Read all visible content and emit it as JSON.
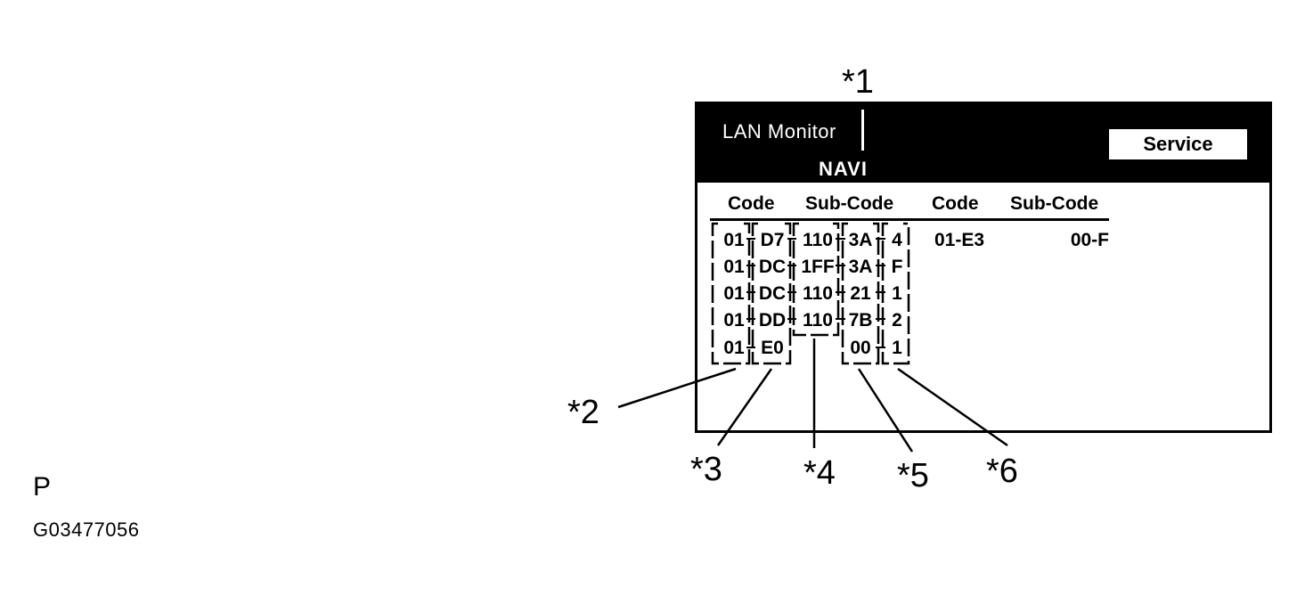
{
  "callouts": {
    "c1": "*1",
    "c2": "*2",
    "c3": "*3",
    "c4": "*4",
    "c5": "*5",
    "c6": "*6"
  },
  "screen": {
    "title": "LAN Monitor",
    "subtitle": "NAVI",
    "service_label": "Service",
    "headers": {
      "code_1": "Code",
      "sub_code_1": "Sub-Code",
      "code_2": "Code",
      "sub_code_2": "Sub-Code"
    },
    "rows": [
      {
        "a": "01",
        "b": "D7",
        "c": "110",
        "d": "3A",
        "e": "4"
      },
      {
        "a": "01",
        "b": "DC",
        "c": "1FF",
        "d": "3A",
        "e": "F"
      },
      {
        "a": "01",
        "b": "DC",
        "c": "110",
        "d": "21",
        "e": "1"
      },
      {
        "a": "01",
        "b": "DD",
        "c": "110",
        "d": "7B",
        "e": "2"
      },
      {
        "a": "01",
        "b": "E0",
        "c": "",
        "d": "00",
        "e": "1"
      }
    ],
    "second_code": "01-E3",
    "second_sub_code": "00-F"
  },
  "footer": {
    "letter": "P",
    "code": "G03477056"
  }
}
